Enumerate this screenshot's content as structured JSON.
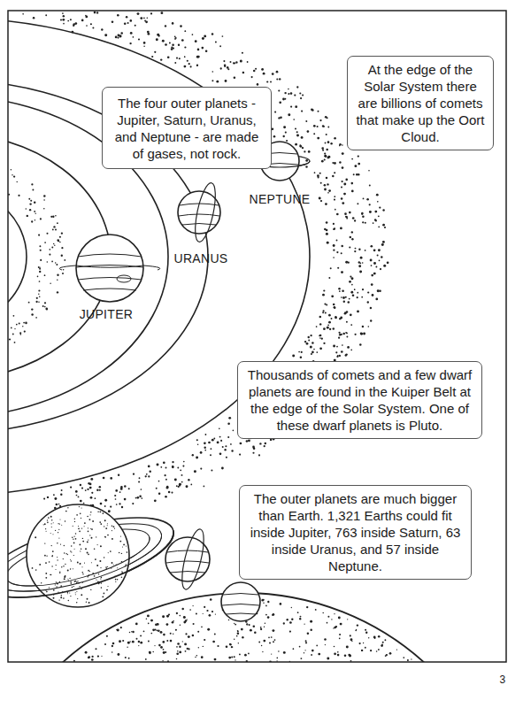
{
  "diagram": {
    "nodes": [
      {
        "text": [
          "The four outer planets - Jupiter, Saturn, Uranus, and Neptune - are made of gases, not rock."
        ]
      },
      {
        "text": [
          "At the edge of the Solar System there are billions of comets that make up the Oort Cloud."
        ]
      },
      {
        "text": [
          "Thousands of comets and a few dwarf planets are found in the Kuiper Belt at the edge of the Solar System. One of these dwarf planets is Pluto."
        ]
      },
      {
        "text": [
          "The outer planets are much bigger than Earth. 1,321 Earths could fit inside Jupiter, 763 inside Saturn, 63 inside Uranus, and 57 inside Neptune."
        ]
      }
    ],
    "labels": [
      "NEPTUNE",
      "URANUS",
      "JUPITER",
      "3"
    ]
  }
}
